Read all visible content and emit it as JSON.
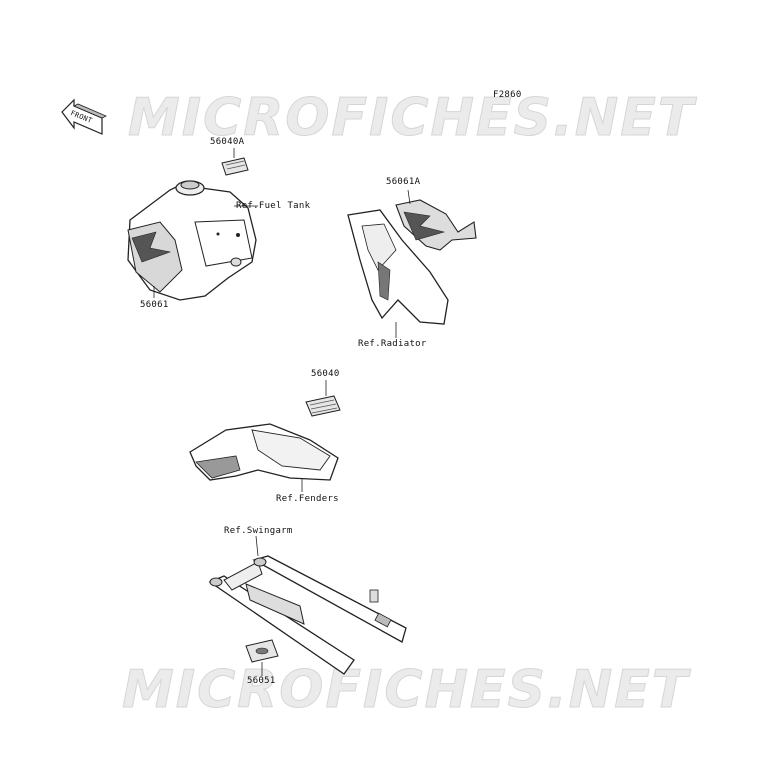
{
  "diagram": {
    "figure_code": "F2860",
    "watermark": "MICROFICHES.NET",
    "front_label": "FRONT",
    "parts": [
      {
        "id": "56040A"
      },
      {
        "id": "56061A"
      },
      {
        "id": "56061"
      },
      {
        "id": "56040"
      },
      {
        "id": "56051"
      }
    ],
    "references": [
      {
        "label": "Ref.Fuel Tank"
      },
      {
        "label": "Ref.Radiator"
      },
      {
        "label": "Ref.Fenders"
      },
      {
        "label": "Ref.Swingarm"
      }
    ]
  }
}
